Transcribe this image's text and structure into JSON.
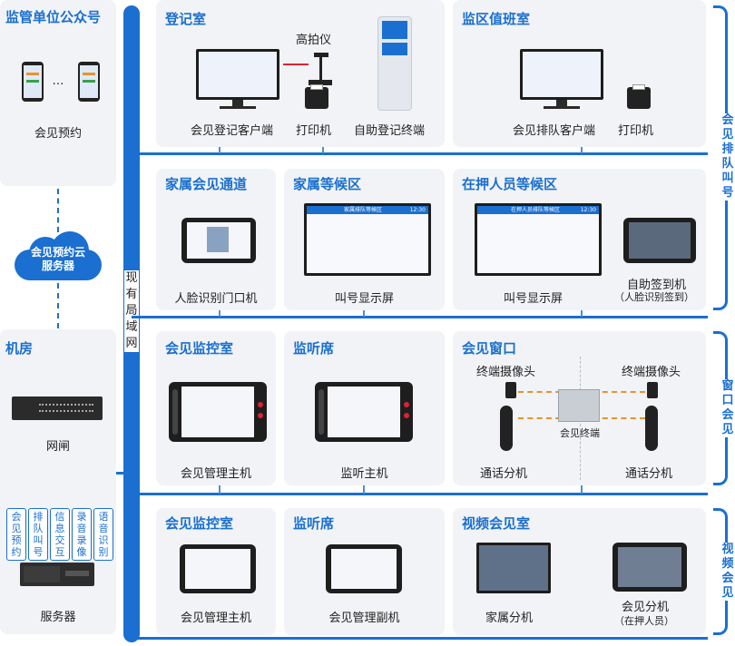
{
  "left": {
    "wechat": {
      "title": "监管单位公众号",
      "phones_gap": "…",
      "label": "会见预约"
    },
    "cloud": {
      "label": "会见预约云服务器"
    },
    "room": {
      "title": "机房",
      "gateway_label": "网闸",
      "services": [
        "会见预约",
        "排队叫号",
        "信息交互",
        "录音录像",
        "语音识别"
      ],
      "server_label": "服务器"
    }
  },
  "bus": {
    "label": "现有局域网"
  },
  "right_groups": [
    "会见排队叫号",
    "窗口会见",
    "视频会见"
  ],
  "row1": {
    "reg": {
      "title": "登记室",
      "camera_label": "高拍仪",
      "client_label": "会见登记客户端",
      "printer_label": "打印机",
      "kiosk_label": "自助登记终端"
    },
    "duty": {
      "title": "监区值班室",
      "client_label": "会见排队客户端",
      "printer_label": "打印机"
    }
  },
  "row2": {
    "channel": {
      "title": "家属会见通道",
      "label": "人脸识别门口机"
    },
    "family_wait": {
      "title": "家属等候区",
      "label": "叫号显示屏",
      "screen_title": "家属排队等候区",
      "screen_time": "12:30"
    },
    "inmate_wait": {
      "title": "在押人员等候区",
      "screen_label": "叫号显示屏",
      "kiosk_label": "自助签到机",
      "kiosk_sub": "（人脸识别签到）",
      "screen_title": "在押人员排队等候区",
      "screen_time": "12:30"
    }
  },
  "row3": {
    "monitor": {
      "title": "会见监控室",
      "label": "会见管理主机"
    },
    "listen": {
      "title": "监听席",
      "label": "监听主机"
    },
    "window": {
      "title": "会见窗口",
      "cam_left": "终端摄像头",
      "cam_right": "终端摄像头",
      "terminal": "会见终端",
      "phone_left": "通话分机",
      "phone_right": "通话分机"
    }
  },
  "row4": {
    "monitor": {
      "title": "会见监控室",
      "label": "会见管理主机"
    },
    "listen": {
      "title": "监听席",
      "label": "会见管理副机"
    },
    "video": {
      "title": "视频会见室",
      "family_label": "家属分机",
      "inmate_label": "会见分机",
      "inmate_sub": "（在押人员）"
    }
  },
  "colors": {
    "accent": "#1a6fd0",
    "panel": "#f1f3f6",
    "link": "#e8932a"
  }
}
